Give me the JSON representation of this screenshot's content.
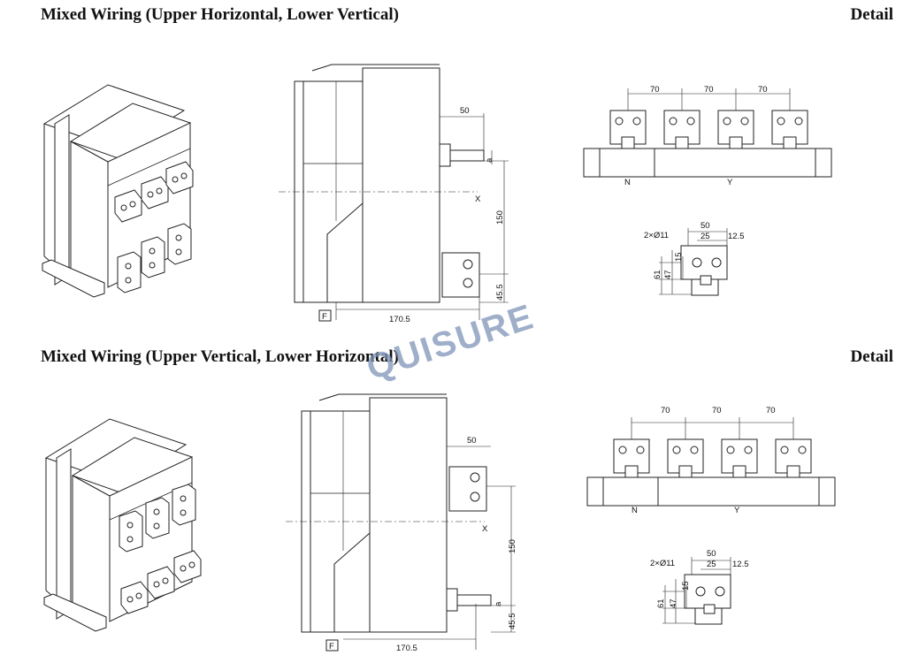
{
  "section1": {
    "title": "Mixed Wiring (Upper Horizontal, Lower Vertical)",
    "detail": "Detail"
  },
  "section2": {
    "title": "Mixed Wiring (Upper Vertical, Lower Horizontal)",
    "detail": "Detail"
  },
  "watermark": "QUISURE",
  "side_view": {
    "depth": "50",
    "height": "150",
    "bottom_offset": "45.5",
    "length": "170.5",
    "axis_label": "X",
    "terminal_label": "a",
    "reference_label": "F"
  },
  "top_view": {
    "pitch": [
      "70",
      "70",
      "70"
    ],
    "label_n": "N",
    "label_y": "Y"
  },
  "terminal_detail": {
    "holes": "2×Ø11",
    "width": "50",
    "hole_spacing": "25",
    "edge": "12.5",
    "hole_height": "15",
    "height_47": "47",
    "height_61": "61"
  },
  "colors": {
    "line": "#222222",
    "watermark": "#7f95b8"
  }
}
